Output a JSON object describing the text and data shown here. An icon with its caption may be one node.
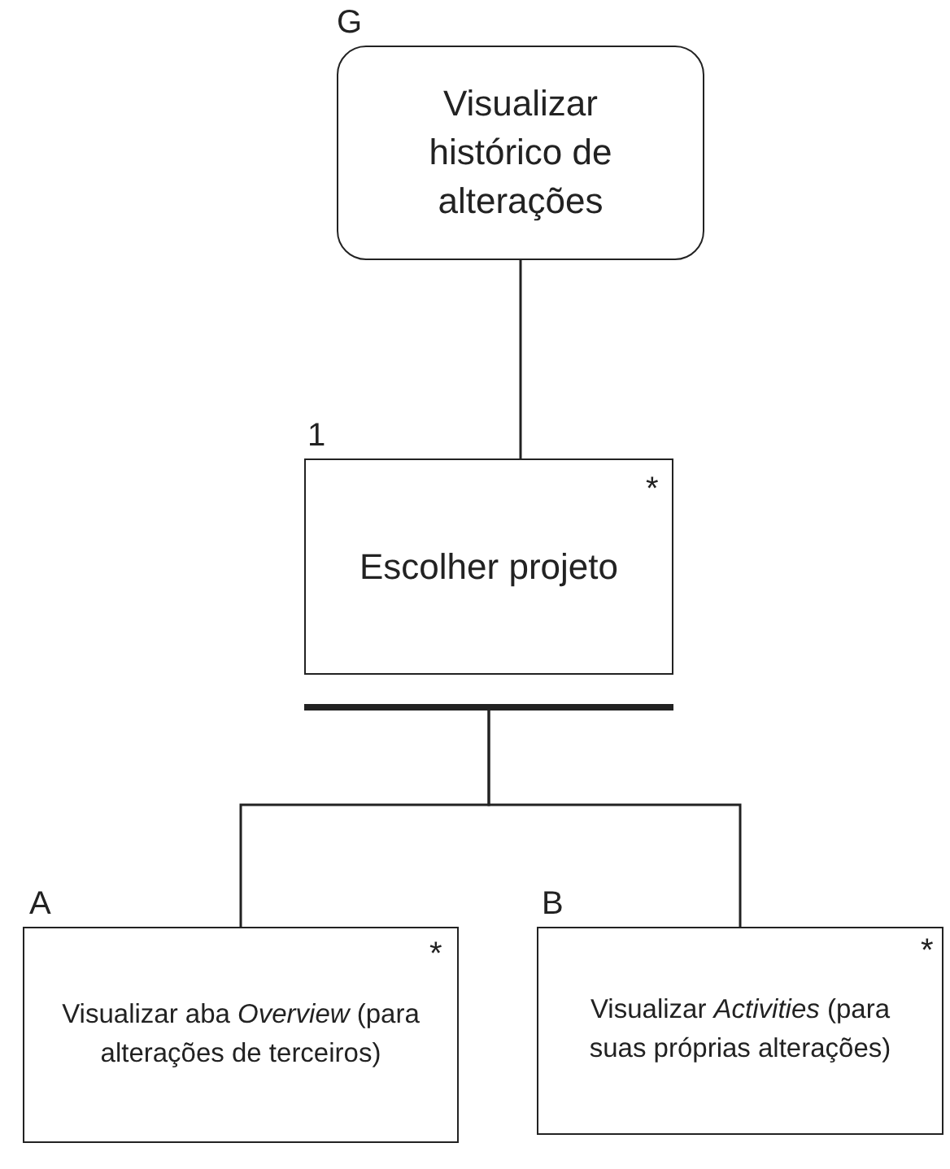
{
  "diagram": {
    "nodes": [
      {
        "text": [
          "Visualizar histórico de alterações"
        ],
        "beside": [
          "G"
        ]
      },
      {
        "text": [
          "Escolher projeto",
          "*"
        ],
        "beside": [
          "1"
        ]
      },
      {
        "text": [],
        "shape": "bar"
      },
      {
        "text": [
          "Visualizar aba *Overview* (para alterações de terceiros)",
          "*"
        ],
        "beside": [
          "A"
        ]
      },
      {
        "text": [
          "Visualizar *Activities* (para suas próprias alterações)",
          "*"
        ],
        "beside": [
          "B"
        ]
      }
    ],
    "edges": [
      {
        "from": 0,
        "to": 1,
        "arrow": "none"
      },
      {
        "from": 2,
        "to": 3,
        "arrow": "none"
      },
      {
        "from": 2,
        "to": 4,
        "arrow": "none"
      }
    ]
  }
}
